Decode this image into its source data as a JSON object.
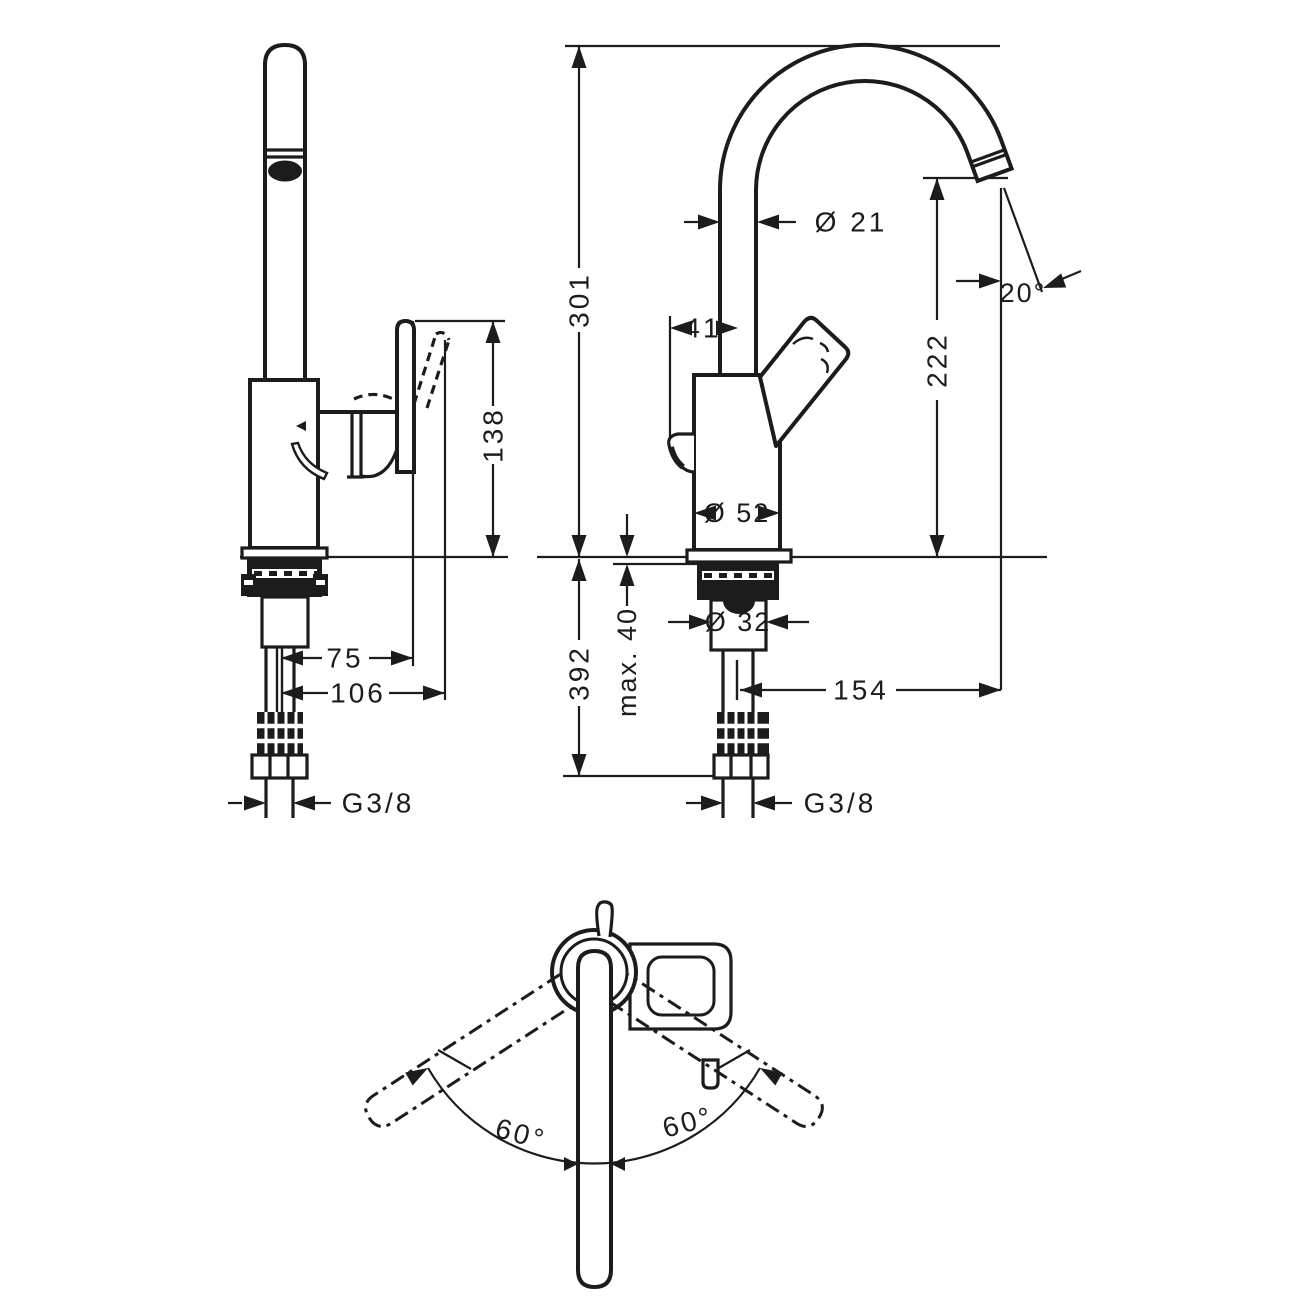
{
  "page": {
    "background": "#ffffff",
    "line_color": "#1c1c1c",
    "type": "faucet-dimensional-drawing"
  },
  "dims": {
    "front": {
      "total_height": "301",
      "under_height": "392",
      "max_mount": "max. 40",
      "spout_diameter": "Ø 21",
      "outlet_offset": "41",
      "outlet_height": "222",
      "outlet_angle": "20°",
      "body_diameter": "Ø 52",
      "shank_diameter": "Ø 32",
      "projection": "154",
      "thread": "G3/8"
    },
    "side": {
      "height": "138",
      "offset_1": "75",
      "offset_2": "106",
      "thread": "G3/8"
    },
    "top": {
      "swivel_left": "60°",
      "swivel_right": "60°"
    }
  }
}
